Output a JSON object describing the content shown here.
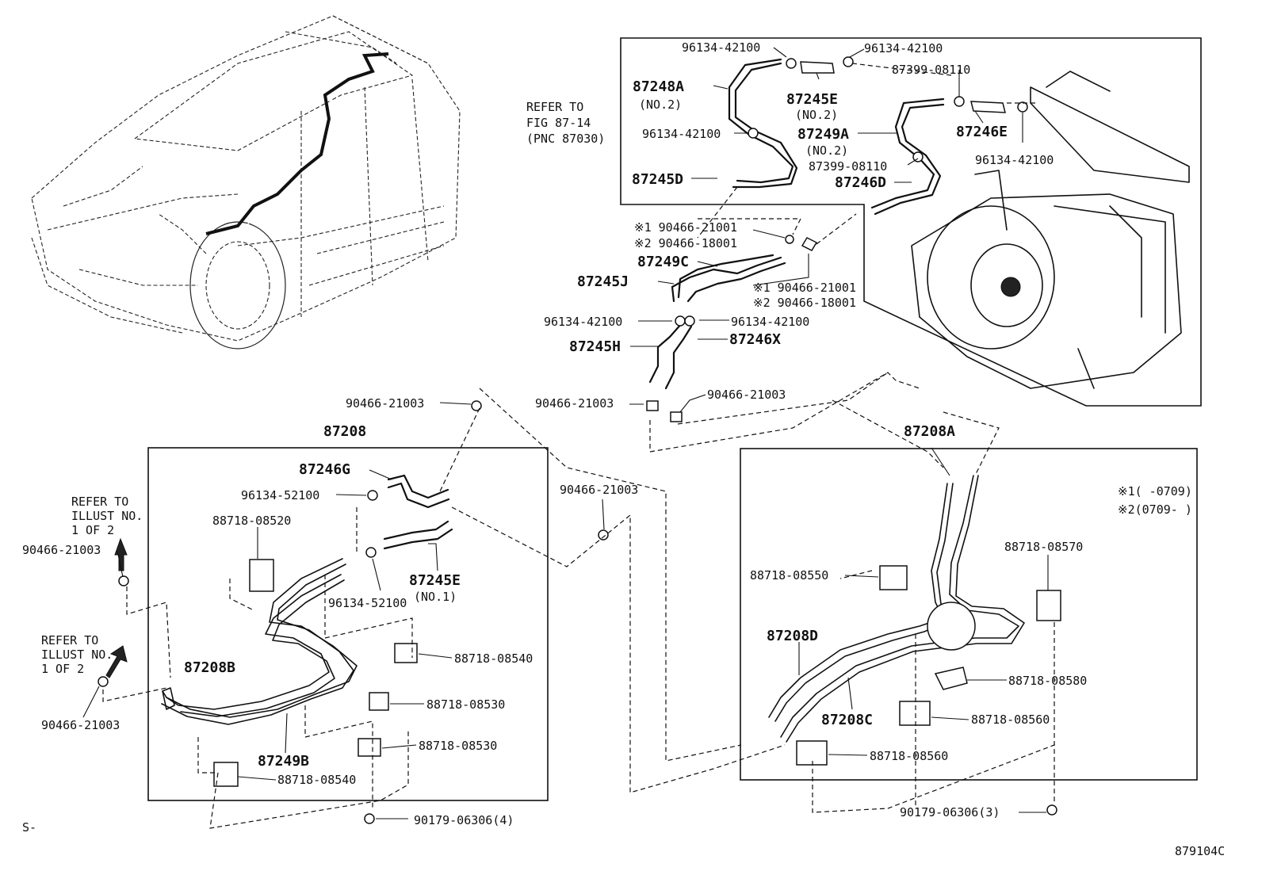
{
  "figure_id": "879104C",
  "corner_mark": "S-",
  "notes": {
    "note1": "※1(      -0709)",
    "note2": "※2(0709-      )"
  },
  "refs": {
    "fig_line1": "REFER TO",
    "fig_line2": "FIG 87-14",
    "fig_line3": "(PNC 87030)",
    "illust_a_line1": "REFER TO",
    "illust_a_line2": "ILLUST NO.",
    "illust_a_line3": "1 OF 2",
    "illust_b_line1": "REFER TO",
    "illust_b_line2": "ILLUST NO.",
    "illust_b_line3": "1 OF 2"
  },
  "labels": {
    "p96134_42100_a": "96134-42100",
    "p96134_42100_b": "96134-42100",
    "p87248A": "87248A",
    "p87248A_sub": "(NO.2)",
    "p87245E_top": "87245E",
    "p87245E_top_sub": "(NO.2)",
    "p87399_08110_a": "87399-08110",
    "p96134_42100_c": "96134-42100",
    "p87249A": "87249A",
    "p87249A_sub": "(NO.2)",
    "p87246E": "87246E",
    "p87399_08110_b": "87399-08110",
    "p96134_42100_d": "96134-42100",
    "p87245D": "87245D",
    "p87246D": "87246D",
    "clip_note_a1": "※1 90466-21001",
    "clip_note_a2": "※2 90466-18001",
    "p87249C": "87249C",
    "p87245J": "87245J",
    "clip_note_b1": "※1 90466-21001",
    "clip_note_b2": "※2 90466-18001",
    "p96134_42100_e": "96134-42100",
    "p96134_42100_f": "96134-42100",
    "p87245H": "87245H",
    "p87246X": "87246X",
    "p90466_21003_a": "90466-21003",
    "p90466_21003_b": "90466-21003",
    "p90466_21003_c": "90466-21003",
    "p87208": "87208",
    "p87246G": "87246G",
    "p96134_52100_a": "96134-52100",
    "p88718_08520": "88718-08520",
    "p90466_21003_d": "90466-21003",
    "p87245E_low": "87245E",
    "p87245E_low_sub": "(NO.1)",
    "p96134_52100_b": "96134-52100",
    "p90466_21003_e": "90466-21003",
    "p87208B": "87208B",
    "p88718_08540_a": "88718-08540",
    "p88718_08530_a": "88718-08530",
    "p88718_08530_b": "88718-08530",
    "p90466_21003_f": "90466-21003",
    "p87249B": "87249B",
    "p88718_08540_b": "88718-08540",
    "p90179_06306_4": "90179-06306(4)",
    "p87208A": "87208A",
    "p88718_08570": "88718-08570",
    "p88718_08550": "88718-08550",
    "p87208D": "87208D",
    "p88718_08580": "88718-08580",
    "p87208C": "87208C",
    "p88718_08560_a": "88718-08560",
    "p88718_08560_b": "88718-08560",
    "p90179_06306_3": "90179-06306(3)"
  }
}
